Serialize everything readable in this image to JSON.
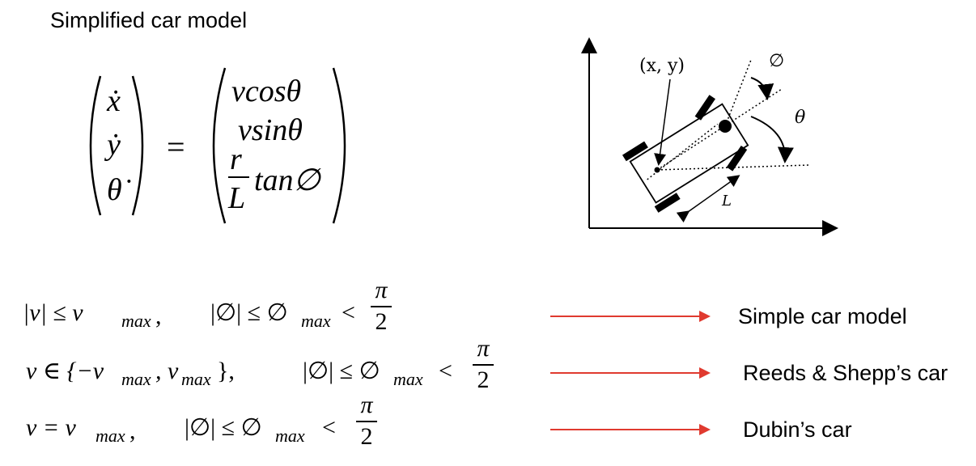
{
  "title": "Simplified car model",
  "equation": {
    "lhs": [
      "ẋ",
      "ẏ",
      "θ̇"
    ],
    "equals": "=",
    "rhs_row1": "vcosθ",
    "rhs_row2": "vsinθ",
    "rhs_row3_num": "r",
    "rhs_row3_den": "L",
    "rhs_row3_rest": "tan∅"
  },
  "diagram": {
    "point_label": "(x, y)",
    "steer_label": "∅",
    "heading_label": "θ",
    "length_label": "L"
  },
  "constraints": [
    {
      "expr": "|v| ≤ v",
      "sub1": "max",
      "sep1": ",",
      "phi_expr": "|∅| ≤ ∅",
      "sub2": "max",
      "lt": "<",
      "pi_num": "π",
      "pi_den": "2",
      "model": "Simple car model"
    },
    {
      "expr": "v ∈ {−v",
      "sub1": "max",
      "sep1": ", v",
      "sub1b": "max",
      "close": "},",
      "phi_expr": "|∅| ≤ ∅",
      "sub2": "max",
      "lt": "<",
      "pi_num": "π",
      "pi_den": "2",
      "model": "Reeds & Shepp’s car"
    },
    {
      "expr": "v = v",
      "sub1": "max",
      "sep1": ",",
      "phi_expr": "|∅| ≤ ∅",
      "sub2": "max",
      "lt": "<",
      "pi_num": "π",
      "pi_den": "2",
      "model": "Dubin’s car"
    }
  ],
  "colors": {
    "arrow": "#e03a2f",
    "text": "#000000"
  }
}
